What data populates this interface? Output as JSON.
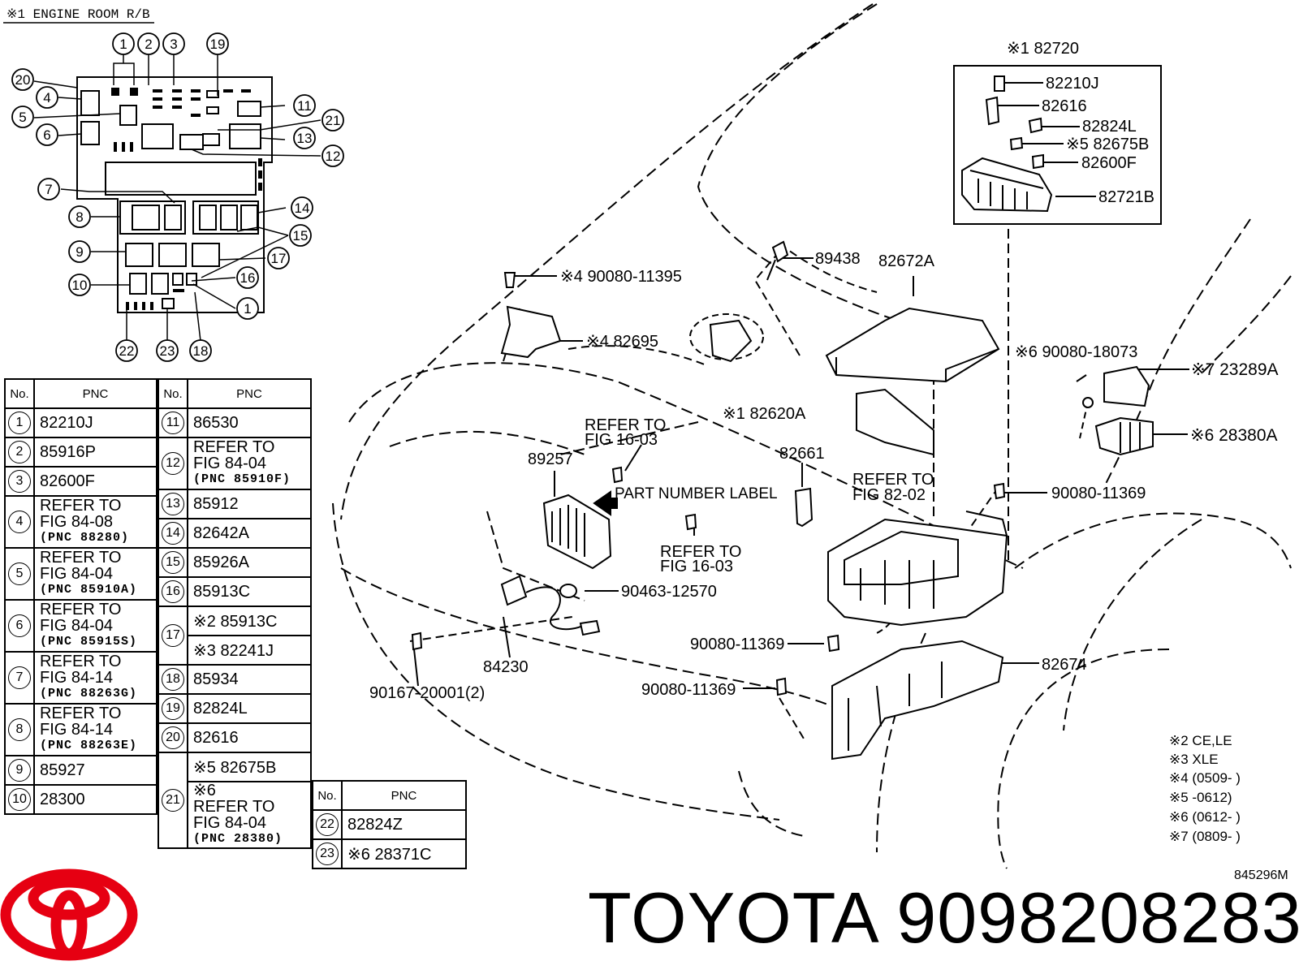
{
  "header": {
    "title": "※1 ENGINE ROOM R/B"
  },
  "rb_callouts": [
    "1",
    "2",
    "3",
    "19",
    "20",
    "4",
    "5",
    "6",
    "11",
    "21",
    "13",
    "12",
    "7",
    "8",
    "14",
    "15",
    "9",
    "17",
    "16",
    "10",
    "1",
    "22",
    "23",
    "18"
  ],
  "table1": {
    "col_no": "No.",
    "col_pnc": "PNC",
    "rows": [
      {
        "no": "1",
        "lines": [
          "82210J"
        ]
      },
      {
        "no": "2",
        "lines": [
          "85916P"
        ]
      },
      {
        "no": "3",
        "lines": [
          "82600F"
        ]
      },
      {
        "no": "4",
        "lines": [
          "REFER TO",
          "FIG 84-08"
        ],
        "sub": "(PNC 88280)"
      },
      {
        "no": "5",
        "lines": [
          "REFER TO",
          "FIG 84-04"
        ],
        "sub": "(PNC 85910A)"
      },
      {
        "no": "6",
        "lines": [
          "REFER TO",
          "FIG 84-04"
        ],
        "sub": "(PNC 85915S)"
      },
      {
        "no": "7",
        "lines": [
          "REFER TO",
          "FIG 84-14"
        ],
        "sub": "(PNC 88263G)"
      },
      {
        "no": "8",
        "lines": [
          "REFER TO",
          "FIG 84-14"
        ],
        "sub": "(PNC 88263E)"
      },
      {
        "no": "9",
        "lines": [
          "85927"
        ]
      },
      {
        "no": "10",
        "lines": [
          "28300"
        ]
      }
    ]
  },
  "table2": {
    "col_no": "No.",
    "col_pnc": "PNC",
    "rows": [
      {
        "no": "11",
        "lines": [
          "86530"
        ]
      },
      {
        "no": "12",
        "lines": [
          "REFER TO",
          "FIG 84-04"
        ],
        "sub": "(PNC 85910F)"
      },
      {
        "no": "13",
        "lines": [
          "85912"
        ]
      },
      {
        "no": "14",
        "lines": [
          "82642A"
        ]
      },
      {
        "no": "15",
        "lines": [
          "85926A"
        ]
      },
      {
        "no": "16",
        "lines": [
          "85913C"
        ]
      },
      {
        "no": "17",
        "a": "※2 85913C",
        "b": "※3 82241J"
      },
      {
        "no": "18",
        "lines": [
          "85934"
        ]
      },
      {
        "no": "19",
        "lines": [
          "82824L"
        ]
      },
      {
        "no": "20",
        "lines": [
          "82616"
        ]
      },
      {
        "no": "21",
        "a": "※5 82675B",
        "b_lines": [
          "※6",
          "REFER TO",
          "FIG 84-04"
        ],
        "sub": "(PNC 28380)"
      }
    ]
  },
  "table3": {
    "col_no": "No.",
    "col_pnc": "PNC",
    "rows": [
      {
        "no": "22",
        "lines": [
          "82824Z"
        ]
      },
      {
        "no": "23",
        "lines": [
          "※6 28371C"
        ]
      }
    ]
  },
  "inset_box": {
    "title": "※1 82720",
    "parts": [
      "82210J",
      "82616",
      "82824L",
      "※5 82675B",
      "82600F",
      "82721B"
    ]
  },
  "labels": {
    "p89438": "89438",
    "p82672A": "82672A",
    "p90080_11395": "※4 90080-11395",
    "p82695": "※4 82695",
    "p90080_18073": "※6 90080-18073",
    "p23289A": "※7 23289A",
    "p82620A": "※1 82620A",
    "p28380A": "※6 28380A",
    "refer1603a_1": "REFER TO",
    "refer1603a_2": "FIG 16-03",
    "p89257": "89257",
    "p82661": "82661",
    "refer8202_1": "REFER TO",
    "refer8202_2": "FIG 82-02",
    "p90080_11369a": "90080-11369",
    "part_number_label": "PART NUMBER LABEL",
    "refer1603b_1": "REFER TO",
    "refer1603b_2": "FIG 16-03",
    "p90463": "90463-12570",
    "p90080_11369b": "90080-11369",
    "p84230": "84230",
    "p82674": "82674",
    "p90167": "90167-20001(2)",
    "p90080_11369c": "90080-11369"
  },
  "notes": [
    "※2 CE,LE",
    "※3 XLE",
    "※4 (0509-      )",
    "※5         -0612)",
    "※6 (0612-      )",
    "※7 (0809-      )"
  ],
  "figure_code": "845296M",
  "brand": {
    "name": "TOYOTA",
    "part_number": "9098208283",
    "logo_color": "#e60012"
  }
}
